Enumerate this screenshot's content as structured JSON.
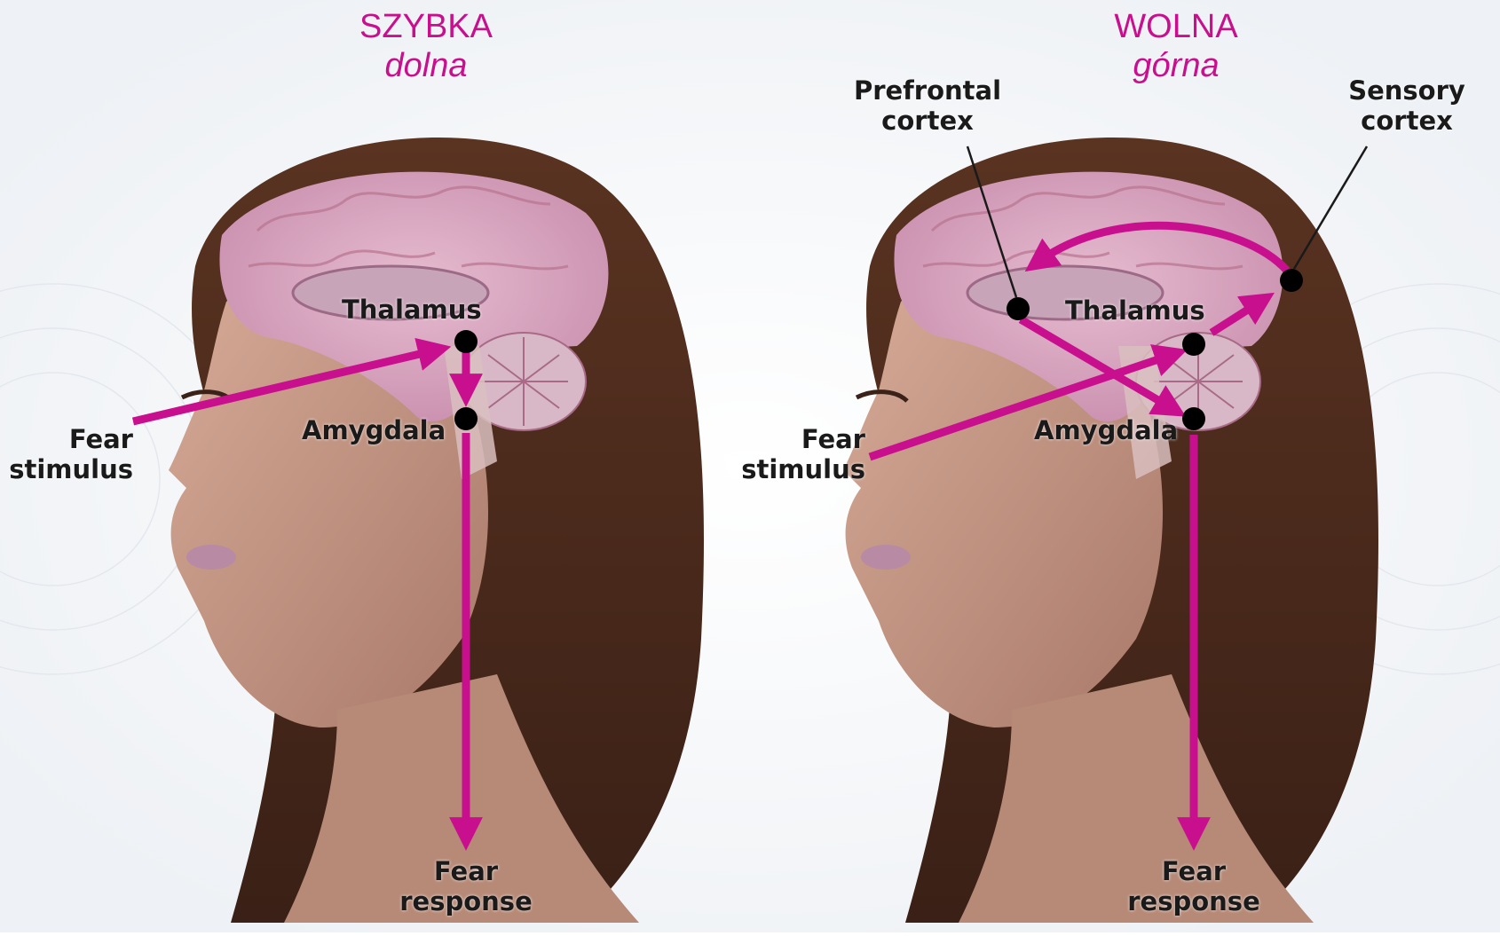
{
  "colors": {
    "accent": "#c8108f",
    "hair": "#4a2a1c",
    "skin": "#c79a86",
    "brain": "#d9a5bf",
    "node": "#000000"
  },
  "panels": [
    {
      "title": "SZYBKA",
      "subtitle": "dolna",
      "labels": {
        "thalamus": "Thalamus",
        "amygdala": "Amygdala",
        "fear_stimulus": [
          "Fear",
          "stimulus"
        ],
        "fear_response": [
          "Fear",
          "response"
        ]
      }
    },
    {
      "title": "WOLNA",
      "subtitle": "górna",
      "labels": {
        "prefrontal_cortex": [
          "Prefrontal",
          "cortex"
        ],
        "sensory_cortex": [
          "Sensory",
          "cortex"
        ],
        "thalamus": "Thalamus",
        "amygdala": "Amygdala",
        "fear_stimulus": [
          "Fear",
          "stimulus"
        ],
        "fear_response": [
          "Fear",
          "response"
        ]
      }
    }
  ]
}
